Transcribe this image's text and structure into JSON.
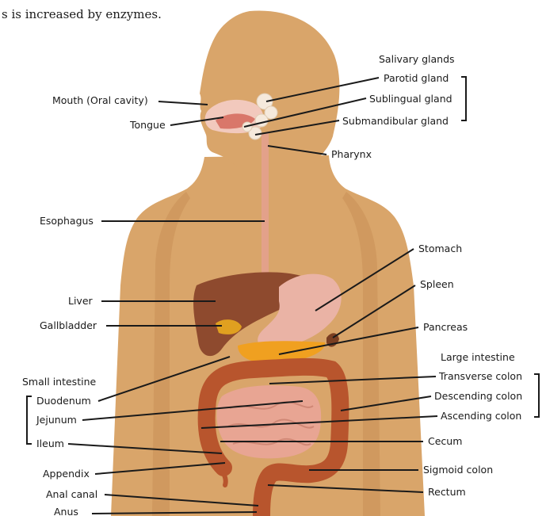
{
  "caption": "s is increased by enzymes.",
  "groups": {
    "salivary": "Salivary glands",
    "small_intestine": "Small intestine",
    "large_intestine": "Large intestine"
  },
  "labels": {
    "mouth": "Mouth (Oral cavity)",
    "tongue": "Tongue",
    "parotid": "Parotid gland",
    "sublingual": "Sublingual gland",
    "submandibular": "Submandibular gland",
    "pharynx": "Pharynx",
    "esophagus": "Esophagus",
    "stomach": "Stomach",
    "spleen": "Spleen",
    "liver": "Liver",
    "gallbladder": "Gallbladder",
    "pancreas": "Pancreas",
    "duodenum": "Duodenum",
    "jejunum": "Jejunum",
    "ileum": "Ileum",
    "transverse_colon": "Transverse colon",
    "descending_colon": "Descending colon",
    "ascending_colon": "Ascending colon",
    "cecum": "Cecum",
    "appendix": "Appendix",
    "sigmoid_colon": "Sigmoid colon",
    "rectum": "Rectum",
    "anal_canal": "Anal canal",
    "anus": "Anus"
  },
  "colors": {
    "skin": "#d9a56a",
    "skin_shadow": "#c98f55",
    "liver": "#8e4a2e",
    "stomach": "#eab3a5",
    "intestine": "#e8a593",
    "colon": "#b8552d",
    "pancreas": "#f0a020",
    "gallbladder": "#e0a020",
    "esophagus": "#e3a18a",
    "gland": "#f5e9dc",
    "line": "#1a1a1a"
  }
}
